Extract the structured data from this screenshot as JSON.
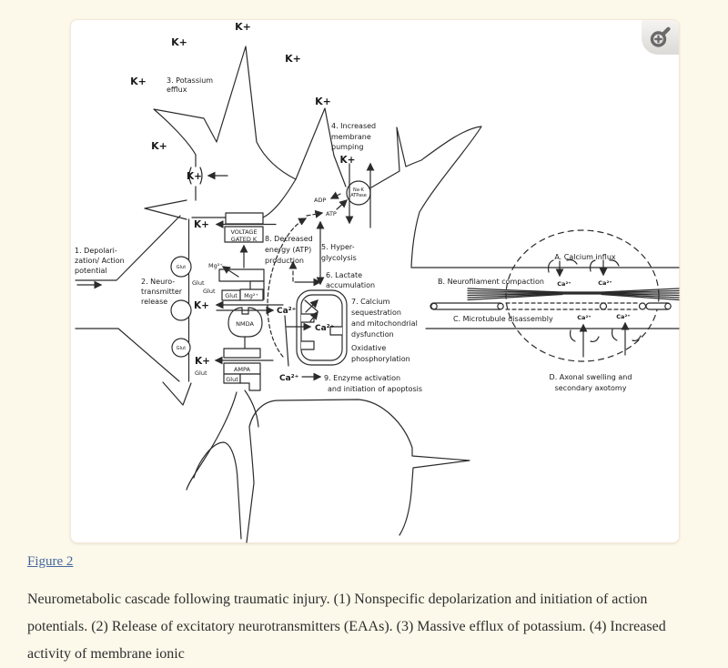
{
  "colors": {
    "page_bg": "#fcf8ea",
    "panel_bg": "#ffffff",
    "link_blue": "#44689d",
    "ink": "#2b2b2b",
    "zoom_icon_gray": "#6a6a6a"
  },
  "figure": {
    "zoom_button_icon": "magnifier-plus-icon",
    "diagram": {
      "k_plus": "K+",
      "ca2": "Ca²⁺",
      "mg2": "Mg²⁺",
      "glut": "Glut",
      "adp": "ADP",
      "atp": "ATP",
      "nmda": "NMDA",
      "ampa": "AMPA",
      "voltage_gated_k": [
        "VOLTAGE",
        "GATED K"
      ],
      "na_k_atpase": [
        "Na-K",
        "ATPase"
      ],
      "step1": [
        "1. Depolari-",
        "zation/ Action",
        "potential"
      ],
      "step2": [
        "2. Neuro-",
        "transmitter",
        "release"
      ],
      "step3": [
        "3. Potassium",
        "efflux"
      ],
      "step4": [
        "4. Increased",
        "membrane",
        "pumping"
      ],
      "step5": [
        "5. Hyper-",
        "glycolysis"
      ],
      "step6": [
        "6. Lactate",
        "accumulation"
      ],
      "step7": [
        "7. Calcium",
        "sequestration",
        "and mitochondrial",
        "dysfunction"
      ],
      "step8": [
        "8. Decreased",
        "energy (ATP)",
        "production"
      ],
      "step9": [
        "9. Enzyme activation",
        "and initiation of apoptosis"
      ],
      "oxidative": [
        "Oxidative",
        "phosphorylation"
      ],
      "axon_a": "A. Calcium influx",
      "axon_b": "B. Neurofilament compaction",
      "axon_c": "C. Microtubule disassembly",
      "axon_d": [
        "D. Axonal swelling and",
        "secondary axotomy"
      ]
    }
  },
  "caption": {
    "link_label": "Figure 2",
    "text": "Neurometabolic cascade following traumatic injury. (1) Nonspecific depolarization and initiation of action potentials. (2) Release of excitatory neurotransmitters (EAAs). (3) Massive efflux of potassium. (4) Increased activity of membrane ionic"
  }
}
